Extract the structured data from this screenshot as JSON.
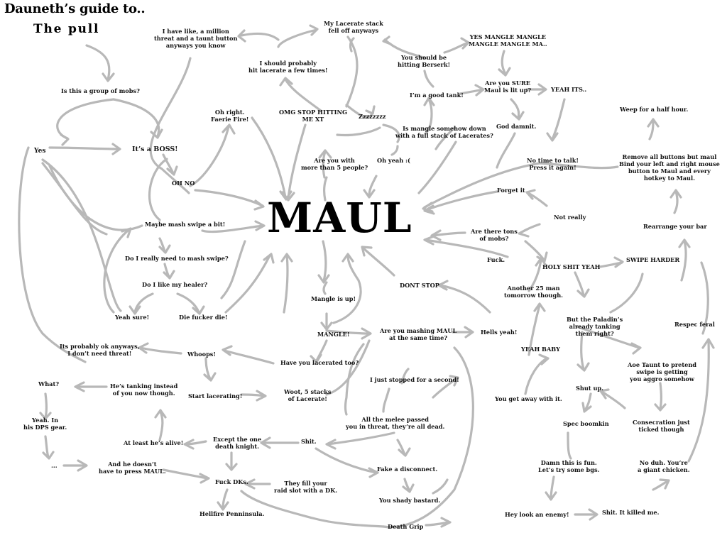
{
  "title": "Dauneth’s guide to..",
  "subtitle": "The pull",
  "center": "MAUL",
  "nodes": {
    "group": "Is this a group of mobs?",
    "yes": "Yes",
    "boss": "It’s a BOSS!",
    "ohno": "OH NO",
    "million": "I have like, a million\nthreat and a taunt button\nanyways you know",
    "faerie": "Oh right.\nFaerie Fire!",
    "lacerate_fell": "My Lacerate stack\nfell off anyways",
    "hit_lacerate": "I should probably\nhit lacerate a few times!",
    "omg": "OMG STOP HITTING\nME XT",
    "zzz": "Zzzzzzzz",
    "berserk": "You should be\nhitting Berserk!",
    "yes_mangle": "YES MANGLE MANGLE\nMANGLE MANGLE MA..",
    "good_tank": "I’m a good tank!",
    "sure_maul": "Are you SURE\nMaul is lit up?",
    "yeah_its": "YEAH ITS..",
    "mangle_stack": "Is mangle somehow down\nwith a full stack of Lacerates?",
    "god_damnit": "God damnit.",
    "weep": "Weep for a half hour.",
    "more5": "Are you with\nmore than 5 people?",
    "oh_yeah": "Oh yeah :(",
    "no_time": "No time to talk!\nPress it again!",
    "remove_buttons": "Remove all buttons but maul\nBind your left and right mouse\nbutton to Maul and every\nhotkey to Maul.",
    "forget": "Forget it",
    "not_really": "Not really",
    "tons": "Are there tons\nof mobs?",
    "rearrange": "Rearrange your bar",
    "mash_swipe": "Maybe mash swipe a bit!",
    "really_mash": "Do I really need to mash swipe?",
    "like_healer": "Do I like my healer?",
    "yeah_sure": "Yeah sure!",
    "die": "Die fucker die!",
    "fuck": "Fuck.",
    "holy": "HOLY SHIT YEAH",
    "swipe_harder": "SWIPE HARDER",
    "dont_stop": "DONT STOP",
    "another25": "Another 25 man\ntomorrow though.",
    "mangle_up": "Mangle is up!",
    "paladin": "But the Paladin’s\nalready tanking\nthem right?",
    "respec": "Respec feral",
    "mangle_excl": "MANGLE!",
    "mashing_maul": "Are you mashing MAUL\nat the same time?",
    "hells_yeah": "Hells yeah!",
    "yeah_baby": "YEAH BABY",
    "ok_anyways": "Its probably ok anyways,\nI don’t need threat!",
    "whoops": "Whoops!",
    "have_lacerated": "Have you lacerated too?",
    "aoe_taunt": "Aoe Taunt to pretend\nswipe is getting\nyou aggro somehow",
    "what": "What?",
    "tanking_instead": "He’s tanking instead\nof you now though.",
    "start_lacerating": "Start lacerating!",
    "woot": "Woot, 5 stacks\nof Lacerate!",
    "stopped": "I just stopped for a second!",
    "shut_up": "Shut up.",
    "away": "You get away with it.",
    "dps_gear": "Yeah. In\nhis DPS gear.",
    "alive": "At least he’s alive!",
    "except_dk": "Except the one\ndeath knight.",
    "shit": "Shit.",
    "melee": "All the melee passed\nyou in threat, they’re all dead.",
    "boomkin": "Spec boomkin",
    "consecration": "Consecration just\nticked though",
    "dots": "...",
    "press_maul": "And he doesn’t\nhave to press MAUL.",
    "fuck_dks": "Fuck DKs.",
    "fill_dk": "They fill your\nraid slot with a DK.",
    "disconnect": "Fake a disconnect.",
    "fun": "Damn this is fun.\nLet’s try some bgs.",
    "chicken": "No duh. You’re\na giant chicken.",
    "bastard": "You shady bastard.",
    "hellfire": "Hellfire Penninsula.",
    "death_grip": "Death Grip",
    "enemy": "Hey look an enemy!",
    "killed": "Shit. It killed me."
  }
}
